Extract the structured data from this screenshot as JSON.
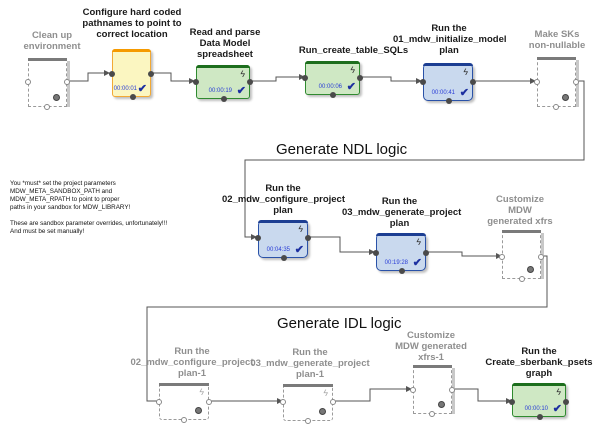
{
  "diagram": {
    "phases": [
      {
        "id": "ndl",
        "title": "Generate NDL logic"
      },
      {
        "id": "idl",
        "title": "Generate IDL logic"
      }
    ],
    "note": {
      "lines": [
        "You *must* set the project parameters",
        "MDW_META_SANDBOX_PATH and",
        "MDW_META_RPATH to point to proper",
        "paths in your sandbox for MDW_LIBRARY!",
        "",
        "These are sandbox parameter overrides, unfortunately!!!",
        "And must be set manually!"
      ]
    },
    "nodes": [
      {
        "id": "n1",
        "label": "Clean up environment",
        "state": "disabled",
        "time": "",
        "completed": false
      },
      {
        "id": "n2",
        "label": "Configure hard coded pathnames to point to correct location",
        "state": "enabled",
        "color": "yellow",
        "time": "00:00:01",
        "completed": true
      },
      {
        "id": "n3",
        "label": "Read and parse Data Model spreadsheet",
        "state": "enabled",
        "color": "green",
        "time": "00:00:19",
        "completed": true
      },
      {
        "id": "n4",
        "label": "Run_create_table_SQLs",
        "state": "enabled",
        "color": "green",
        "time": "00:00:06",
        "completed": true
      },
      {
        "id": "n5",
        "label": "Run the 01_mdw_initialize_model plan",
        "state": "enabled",
        "color": "blue",
        "time": "00:00:41",
        "completed": true
      },
      {
        "id": "n6",
        "label": "Make SKs non-nullable",
        "state": "disabled",
        "time": "",
        "completed": false
      },
      {
        "id": "n7",
        "label": "Run the 02_mdw_configure_project plan",
        "state": "enabled",
        "color": "blue",
        "time": "00:04:35",
        "completed": true
      },
      {
        "id": "n8",
        "label": "Run the 03_mdw_generate_project plan",
        "state": "enabled",
        "color": "blue",
        "time": "00:19:28",
        "completed": true
      },
      {
        "id": "n9",
        "label": "Customize MDW generated xfrs",
        "state": "disabled",
        "time": "",
        "completed": false
      },
      {
        "id": "n10",
        "label": "Run the 02_mdw_configure_project plan-1",
        "state": "disabled",
        "time": "",
        "completed": false
      },
      {
        "id": "n11",
        "label": "Run the 03_mdw_generate_project plan-1",
        "state": "disabled",
        "time": "",
        "completed": false
      },
      {
        "id": "n12",
        "label": "Customize MDW generated xfrs-1",
        "state": "disabled",
        "time": "",
        "completed": false
      },
      {
        "id": "n13",
        "label": "Run the Create_sberbank_psets graph",
        "state": "enabled",
        "color": "green",
        "time": "00:00:10",
        "completed": true
      }
    ],
    "label_lines": {
      "n1": [
        "Clean up",
        "environment"
      ],
      "n2": [
        "Configure hard coded",
        "pathnames to point to",
        "correct location"
      ],
      "n3": [
        "Read and parse",
        "Data Model",
        "spreadsheet"
      ],
      "n4": [
        "Run_create_table_SQLs"
      ],
      "n5": [
        "Run the",
        "01_mdw_initialize_model",
        "plan"
      ],
      "n6": [
        "Make SKs",
        "non-nullable"
      ],
      "n7": [
        "Run the",
        "02_mdw_configure_project",
        "plan"
      ],
      "n8": [
        "Run the",
        "03_mdw_generate_project",
        "plan"
      ],
      "n9": [
        "Customize",
        "MDW",
        "generated xfrs"
      ],
      "n10": [
        "Run the",
        "02_mdw_configure_project",
        "plan-1"
      ],
      "n11": [
        "Run the",
        "03_mdw_generate_project",
        "plan-1"
      ],
      "n12": [
        "Customize",
        "MDW generated",
        "xfrs-1"
      ],
      "n13": [
        "Run the",
        "Create_sberbank_psets",
        "graph"
      ]
    },
    "icons": {
      "run_icon": "lightning-bolt-icon",
      "done_icon": "checkmark-icon",
      "disabled_icon": "gear-icon"
    },
    "colors": {
      "yellow_header": "#f59a00",
      "green_header": "#1d6e1d",
      "blue_header": "#1c3e92",
      "timestamp": "#2a3dd6",
      "disabled_text": "#8f8f8f"
    }
  }
}
